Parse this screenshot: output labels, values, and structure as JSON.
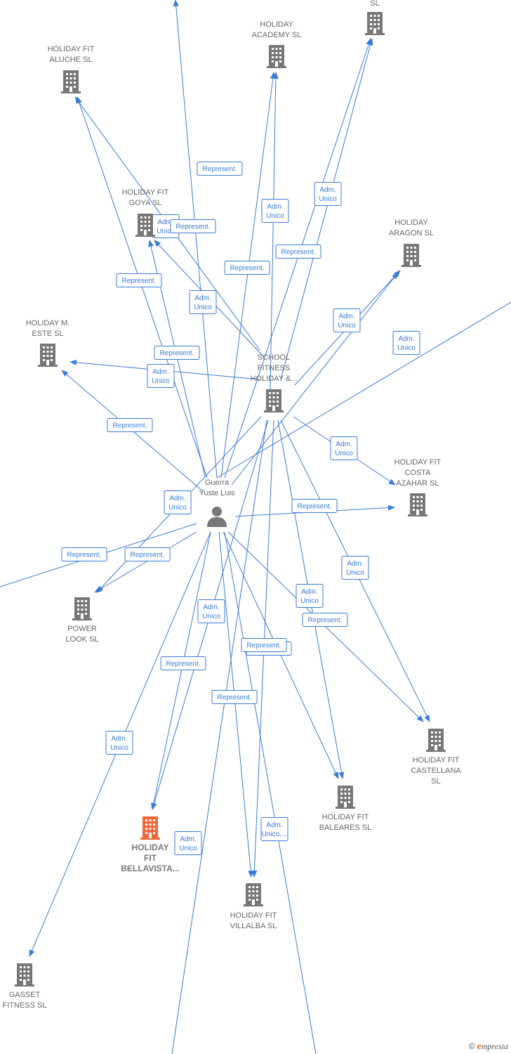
{
  "colors": {
    "edge": "#3a7bd5",
    "building": "#777777",
    "building_focus": "#f2663a",
    "person": "#777777",
    "label": "#666666"
  },
  "nodes": [
    {
      "id": "top-sl",
      "label": [
        "SL"
      ],
      "kind": "company"
    },
    {
      "id": "holiday-academy",
      "label": [
        "HOLIDAY",
        "ACADEMY  SL"
      ],
      "kind": "company"
    },
    {
      "id": "holiday-fit-aluche",
      "label": [
        "HOLIDAY FIT",
        "ALUCHE  SL"
      ],
      "kind": "company"
    },
    {
      "id": "holiday-fit-goya",
      "label": [
        "HOLIDAY FIT",
        "GOYA  SL"
      ],
      "kind": "company"
    },
    {
      "id": "holiday-aragon",
      "label": [
        "HOLIDAY",
        "ARAGON  SL"
      ],
      "kind": "company"
    },
    {
      "id": "holiday-m-este",
      "label": [
        "HOLIDAY M.",
        "ESTE  SL"
      ],
      "kind": "company"
    },
    {
      "id": "school-fitness",
      "label": [
        "SCHOOL",
        "FITNESS",
        "HOLIDAY &..."
      ],
      "kind": "company"
    },
    {
      "id": "holiday-fit-costa-azahar",
      "label": [
        "HOLIDAY FIT",
        "COSTA",
        "AZAHAR  SL"
      ],
      "kind": "company"
    },
    {
      "id": "guerra-yuste-luis",
      "label": [
        "Guerra",
        "Yuste Luis"
      ],
      "kind": "person"
    },
    {
      "id": "power-look",
      "label": [
        "POWER",
        "LOOK  SL"
      ],
      "kind": "company"
    },
    {
      "id": "holiday-fit-castellana",
      "label": [
        "HOLIDAY FIT",
        "CASTELLANA",
        "SL"
      ],
      "kind": "company"
    },
    {
      "id": "holiday-fit-baleares",
      "label": [
        "HOLIDAY FIT",
        "BALEARES  SL"
      ],
      "kind": "company"
    },
    {
      "id": "holiday-fit-bellavista",
      "label": [
        "HOLIDAY",
        "FIT",
        "BELLAVISTA..."
      ],
      "kind": "company",
      "focus": true
    },
    {
      "id": "holiday-fit-villalba",
      "label": [
        "HOLIDAY FIT",
        "VILLALBA  SL"
      ],
      "kind": "company"
    },
    {
      "id": "gasset-fitness",
      "label": [
        "GASSET",
        "FITNESS SL"
      ],
      "kind": "company"
    }
  ],
  "edges": [
    {
      "from": "guerra-yuste-luis",
      "to": "holiday-fit-aluche",
      "label": [
        "Represent."
      ]
    },
    {
      "from": "school-fitness",
      "to": "holiday-fit-aluche",
      "label": [
        "Adm.",
        "Unico"
      ]
    },
    {
      "from": "guerra-yuste-luis",
      "to": "holiday-fit-goya",
      "label": [
        "Represent."
      ]
    },
    {
      "from": "school-fitness",
      "to": "holiday-fit-goya",
      "label": [
        "Adm.",
        "Unico"
      ]
    },
    {
      "from": "guerra-yuste-luis",
      "to": "holiday-academy",
      "label": [
        "Represent."
      ]
    },
    {
      "from": "school-fitness",
      "to": "holiday-academy",
      "label": [
        "Adm.",
        "Unico"
      ]
    },
    {
      "from": "guerra-yuste-luis",
      "to": "top-sl",
      "label": [
        "Represent."
      ]
    },
    {
      "from": "school-fitness",
      "to": "top-sl",
      "label": [
        "Adm.",
        "Unico"
      ]
    },
    {
      "from": "school-fitness",
      "to": "holiday-aragon",
      "label": [
        "Adm.",
        "Unico"
      ]
    },
    {
      "from": "guerra-yuste-luis",
      "to": "holiday-aragon",
      "label": [
        "Represent."
      ]
    },
    {
      "from": "school-fitness",
      "to": "holiday-m-este",
      "label": [
        "Adm.",
        "Unico"
      ]
    },
    {
      "from": "guerra-yuste-luis",
      "to": "holiday-m-este",
      "label": [
        "Represent."
      ]
    },
    {
      "from": "school-fitness",
      "to": "holiday-fit-costa-azahar",
      "label": [
        "Adm.",
        "Unico"
      ]
    },
    {
      "from": "guerra-yuste-luis",
      "to": "holiday-fit-costa-azahar",
      "label": [
        "Represent."
      ]
    },
    {
      "from": "school-fitness",
      "to": "power-look",
      "label": [
        "Adm.",
        "Unico"
      ]
    },
    {
      "from": "guerra-yuste-luis",
      "to": "power-look",
      "label": [
        "Represent."
      ]
    },
    {
      "from": "school-fitness",
      "to": "holiday-fit-castellana",
      "label": [
        "Adm.",
        "Unico"
      ]
    },
    {
      "from": "guerra-yuste-luis",
      "to": "holiday-fit-castellana",
      "label": [
        "Represent."
      ]
    },
    {
      "from": "school-fitness",
      "to": "holiday-fit-baleares",
      "label": [
        "Adm.",
        "Unico"
      ]
    },
    {
      "from": "guerra-yuste-luis",
      "to": "holiday-fit-baleares",
      "label": [
        "Represent."
      ]
    },
    {
      "from": "school-fitness",
      "to": "holiday-fit-bellavista",
      "label": [
        "Adm.",
        "Unico"
      ]
    },
    {
      "from": "guerra-yuste-luis",
      "to": "holiday-fit-bellavista",
      "label": [
        "Represent."
      ]
    },
    {
      "from": "school-fitness",
      "to": "holiday-fit-villalba",
      "label": [
        "Adm.",
        "Unico,..."
      ]
    },
    {
      "from": "guerra-yuste-luis",
      "to": "holiday-fit-villalba",
      "label": [
        "Represent."
      ]
    },
    {
      "from": "guerra-yuste-luis",
      "to": "gasset-fitness",
      "label": [
        "Adm.",
        "Unico"
      ]
    },
    {
      "from": "guerra-yuste-luis",
      "to": "school-fitness",
      "label": [
        "Represent."
      ]
    },
    {
      "from": "guerra-yuste-luis",
      "to": "offpage-right",
      "label": [
        "Adm.",
        "Unico"
      ]
    },
    {
      "from": "guerra-yuste-luis",
      "to": "offpage-left",
      "label": [
        "Represent."
      ]
    },
    {
      "from": "school-fitness",
      "to": "offpage-bottom",
      "label": [
        "Adm.",
        "Unico"
      ]
    },
    {
      "from": "guerra-yuste-luis",
      "to": "offpage-bottom-2",
      "label": [
        "Represent."
      ]
    }
  ],
  "brand": {
    "copyright": "©",
    "initial": "e",
    "name": "mpresia"
  }
}
